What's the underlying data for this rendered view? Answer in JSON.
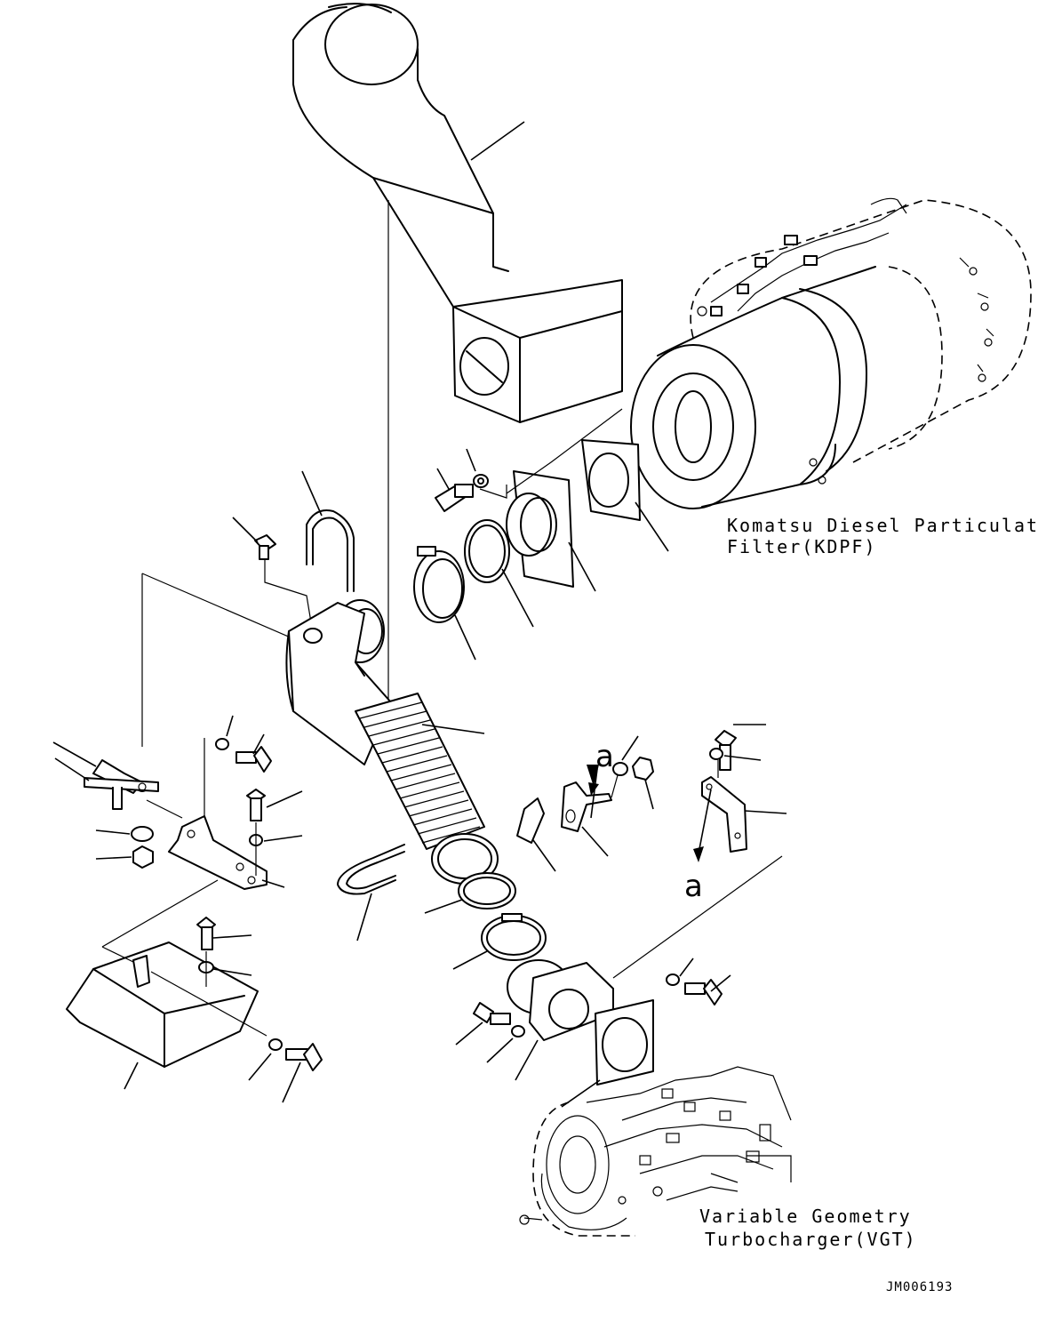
{
  "labels": {
    "kdpf_line1": "Komatsu Diesel Particulate",
    "kdpf_line2": "Filter(KDPF)",
    "vgt_line1": "Variable Geometry",
    "vgt_line2": "Turbocharger(VGT)",
    "ref_top": "a",
    "ref_bottom": "a",
    "drawing_code": "JM006193"
  }
}
